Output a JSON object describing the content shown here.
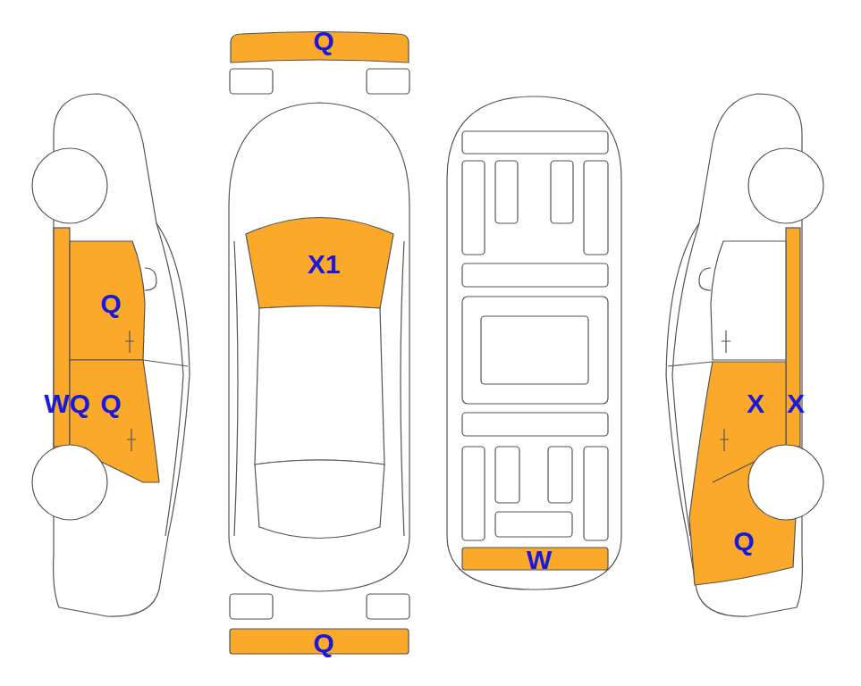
{
  "diagram": {
    "labels": [
      "Q",
      "X1",
      "Q",
      "WQ",
      "Q",
      "X",
      "X",
      "Q",
      "W",
      "Q"
    ]
  }
}
